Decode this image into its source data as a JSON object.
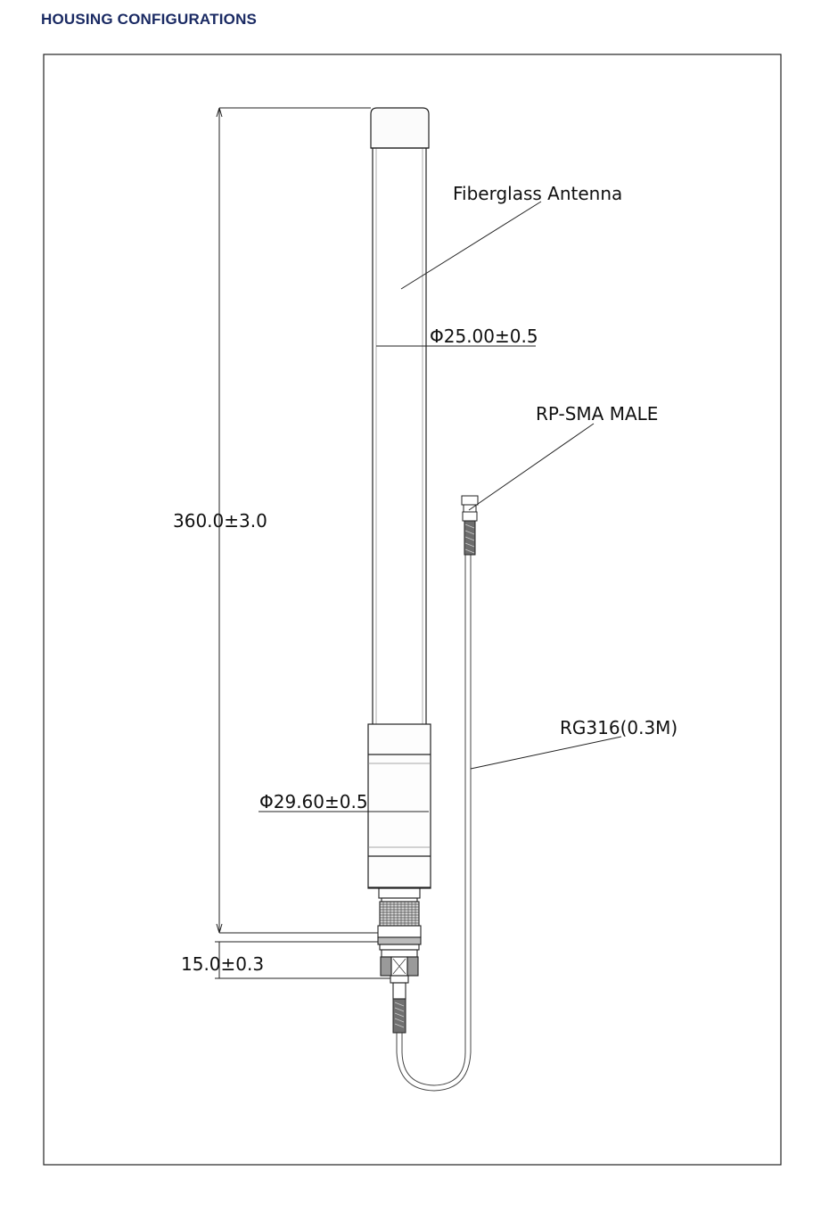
{
  "header": {
    "title": "HOUSING CONFIGURATIONS"
  },
  "colors": {
    "heading": "#1a2a63",
    "line": "#222222",
    "cable": "#555555"
  },
  "labels": {
    "fiberglass": "Fiberglass Antenna",
    "diameter_top": "Φ25.00±0.5",
    "connector": "RP-SMA MALE",
    "length": "360.0±3.0",
    "cable": "RG316(0.3M)",
    "diameter_base": "Φ29.60±0.5",
    "mount": "15.0±0.3"
  }
}
